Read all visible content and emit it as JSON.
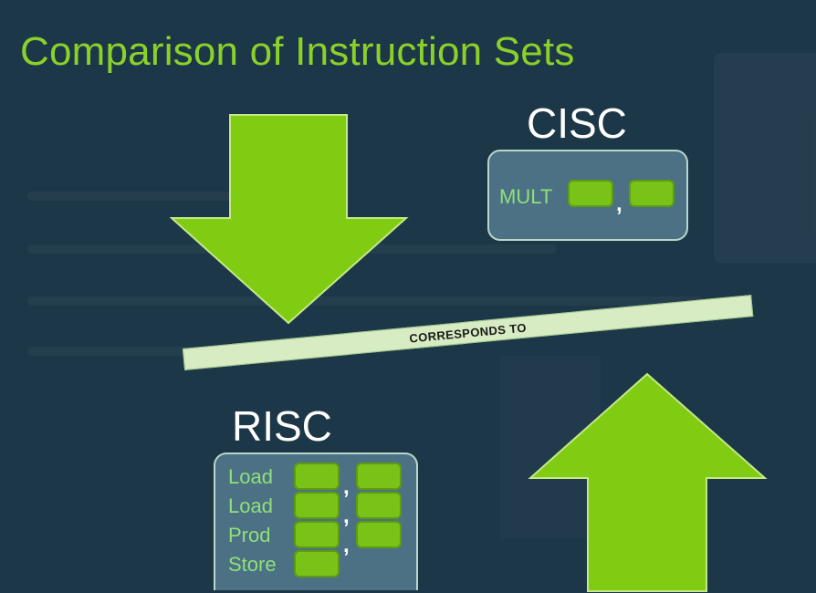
{
  "title": "Comparison of Instruction Sets",
  "cisc": {
    "label": "CISC",
    "instruction": "MULT",
    "separator": ","
  },
  "risc": {
    "label": "RISC",
    "instructions": [
      {
        "op": "Load",
        "operands": 2
      },
      {
        "op": "Load",
        "operands": 2
      },
      {
        "op": "Prod",
        "operands": 2
      },
      {
        "op": "Store",
        "operands": 1
      }
    ],
    "separator": ","
  },
  "connector": {
    "label": "CORRESPONDS TO"
  },
  "colors": {
    "background": "#1c3748",
    "title": "#8bd12a",
    "arrow": "#7fcc12",
    "box_fill": "#4c7184",
    "box_border": "#b8d6cc",
    "operand_slot": "#79c218",
    "instruction_text": "#8fe07a",
    "band": "#d7ecc3"
  }
}
